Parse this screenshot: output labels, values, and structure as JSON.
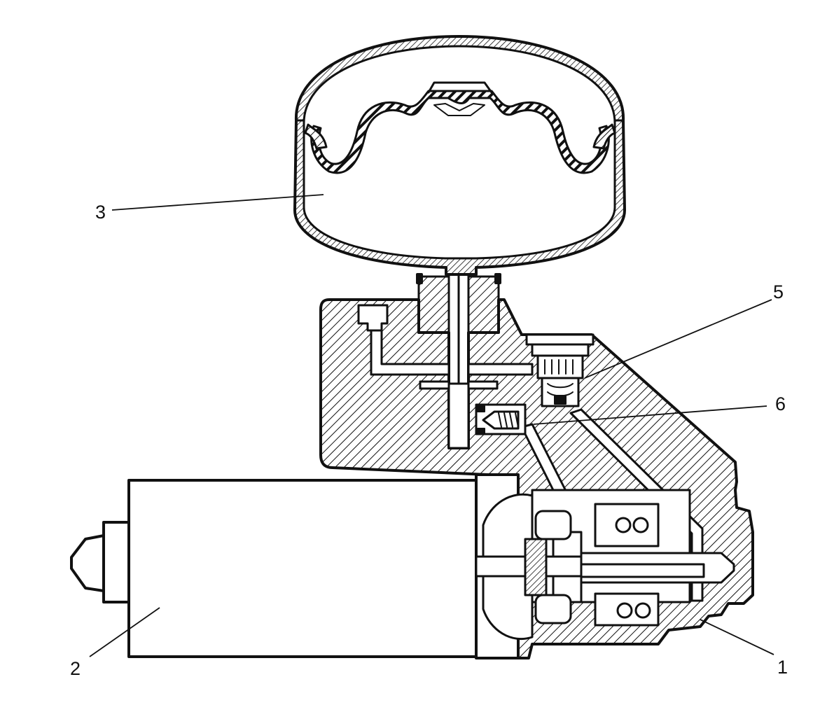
{
  "colors": {
    "ink": "#111111",
    "paper": "#ffffff"
  },
  "callouts": [
    {
      "id": "1",
      "label": "1"
    },
    {
      "id": "2",
      "label": "2"
    },
    {
      "id": "3",
      "label": "3"
    },
    {
      "id": "5",
      "label": "5"
    },
    {
      "id": "6",
      "label": "6"
    }
  ]
}
